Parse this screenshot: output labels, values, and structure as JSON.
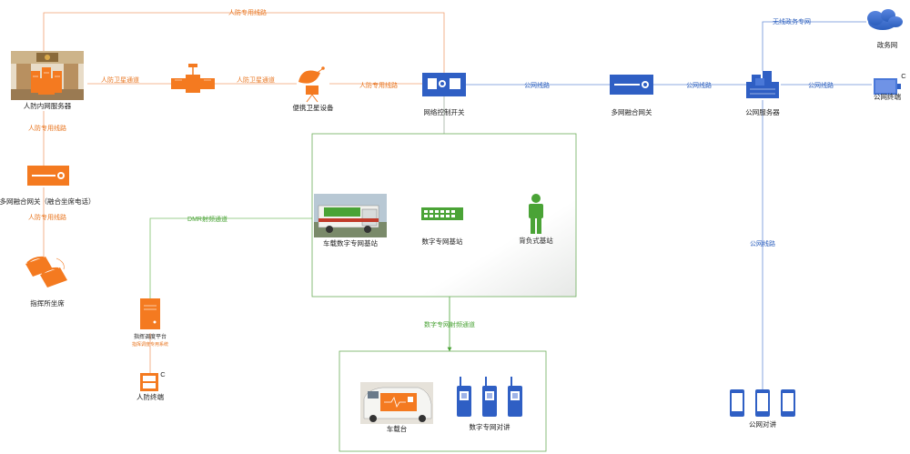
{
  "nodes": {
    "rf_server": "人防内网服务器",
    "satellite_channel_node": "",
    "portable_satellite": "便携卫星设备",
    "network_switch": "网络控制开关",
    "multinet_gateway_public": "多网融合网关",
    "public_server": "公网服务器",
    "gov_network": "政务网",
    "public_terminal": "公网终端",
    "multinet_gateway_rf": "多网融合网关（融合坐席电话）",
    "command_seat": "指挥所坐席",
    "dispatch_platform": "指挥调度平台",
    "dispatch_platform_sub": "指挥调度专用系统",
    "rf_terminal": "人防终端",
    "vehicle_base_station": "车载数字专网基站",
    "digital_base_station": "数字专网基站",
    "backpack_base_station": "背负式基站",
    "vehicle_radio": "车载台",
    "digital_walkie": "数字专网对讲",
    "public_walkie": "公网对讲"
  },
  "links": {
    "rf_line_top": "人防专用线路",
    "rf_satellite_1": "人防卫星通道",
    "rf_satellite_2": "人防卫星通道",
    "rf_line_mid": "人防专用线路",
    "public_line_1": "公网线路",
    "public_line_2": "公网线路",
    "public_line_3": "公网线路",
    "public_line_vertical": "公网线路",
    "wireless_gov": "无线政务专网",
    "rf_line_left_1": "人防专用线路",
    "rf_line_left_2": "人防专用线路",
    "dmr_channel": "DMR射频通道",
    "digital_rf_channel": "数字专网射频通道"
  },
  "badges": {
    "terminal_c": "C",
    "rf_terminal_c": "C"
  },
  "colors": {
    "orange": "#f47a20",
    "blue": "#2f5fc4",
    "green": "#4aa336",
    "box_border": "#6cae5a"
  }
}
